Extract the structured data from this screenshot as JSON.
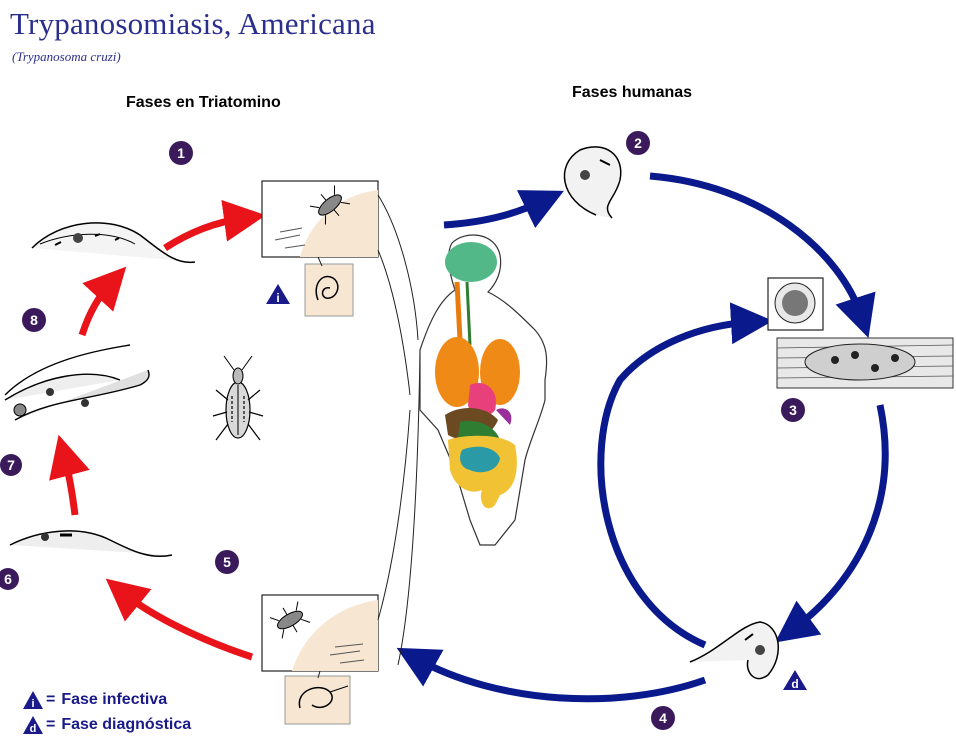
{
  "title": "Trypanosomiasis, Americana",
  "subtitle": "(Trypanosoma cruzi)",
  "sections": {
    "triatomine": "Fases en Triatomino",
    "human": "Fases humanas"
  },
  "stages": [
    "1",
    "2",
    "3",
    "4",
    "5",
    "6",
    "7",
    "8"
  ],
  "markers": {
    "infective": "i",
    "diagnostic": "d"
  },
  "legend": {
    "infective_symbol": "i",
    "infective_label": "Fase infectiva",
    "diagnostic_symbol": "d",
    "diagnostic_label": "Fase diagnóstica",
    "separator": "="
  },
  "colors": {
    "title": "#2b2f8c",
    "stage_badge": "#3b1a5c",
    "red_arrow": "#e8141a",
    "blue_arrow": "#0a1a8c",
    "panel_bg": "#f7e6d2",
    "marker": "#1a1a8a"
  }
}
